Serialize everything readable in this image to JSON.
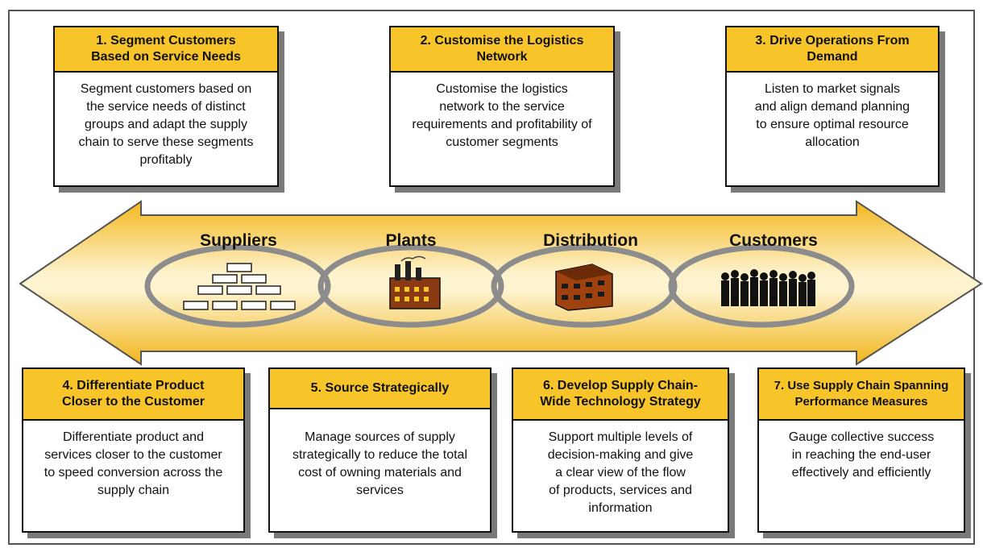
{
  "stages": [
    "Suppliers",
    "Plants",
    "Distribution",
    "Customers"
  ],
  "principles": [
    {
      "title": "1. Segment Customers\nBased on Service Needs",
      "text": "Segment customers based on\nthe service needs of distinct\ngroups and adapt the supply\nchain to serve these segments\nprofitably"
    },
    {
      "title": "2. Customise the Logistics\nNetwork",
      "text": "Customise the logistics\nnetwork to the service\nrequirements and profitability of\ncustomer segments"
    },
    {
      "title": "3. Drive Operations From\nDemand",
      "text": "Listen to market signals\nand align demand planning\nto ensure optimal resource\nallocation"
    },
    {
      "title": "4. Differentiate Product\nCloser to the Customer",
      "text": "Differentiate product and\nservices closer to the customer\nto speed conversion across the\nsupply chain"
    },
    {
      "title": "5. Source Strategically",
      "text": "Manage sources of supply\nstrategically to reduce the total\ncost of owning materials and\nservices"
    },
    {
      "title": "6. Develop Supply Chain-\nWide Technology Strategy",
      "text": "Support multiple levels of\ndecision-making and give\na clear view of the flow\nof products, services and\ninformation"
    },
    {
      "title": "7. Use Supply Chain Spanning\nPerformance Measures",
      "text": "Gauge collective success\nin reaching the end-user\neffectively and efficiently"
    }
  ],
  "colors": {
    "accent": "#f7c52a",
    "arrow_light": "#fdf1c6",
    "arrow_dark": "#f2b51b",
    "ring": "#8c8c8c"
  },
  "icons": [
    "crates-icon",
    "factory-icon",
    "warehouse-icon",
    "crowd-icon"
  ]
}
